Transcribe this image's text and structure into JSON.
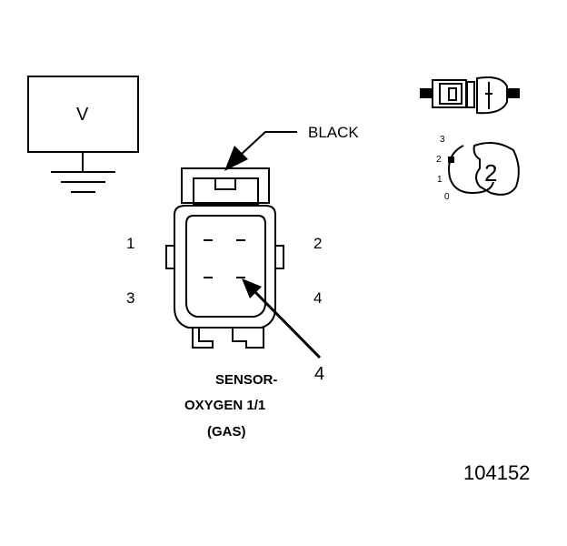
{
  "meter": {
    "label": "V"
  },
  "wire_color": "BLACK",
  "pins": [
    "1",
    "2",
    "3",
    "4"
  ],
  "probe_pin": "4",
  "caption": [
    "SENSOR-",
    "OXYGEN 1/1",
    "(GAS)"
  ],
  "selector": {
    "positions": [
      "3",
      "2",
      "1",
      "0"
    ],
    "selected": "2"
  },
  "figure_number": "104152"
}
